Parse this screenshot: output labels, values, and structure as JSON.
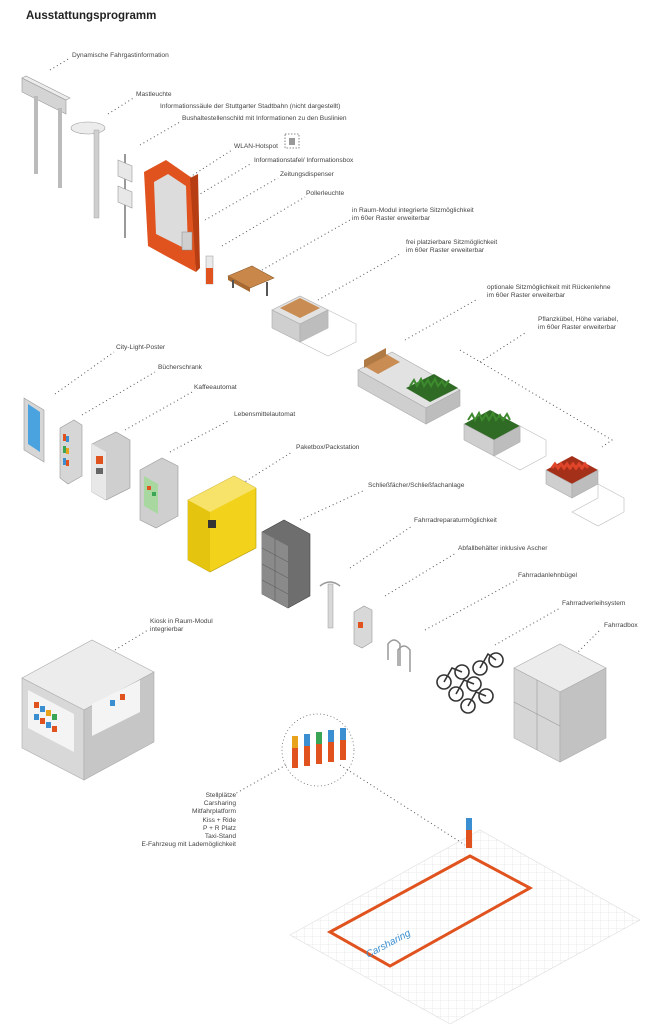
{
  "title": "Ausstattungsprogramm",
  "labels": {
    "fahrgastinfo": "Dynamische Fahrgastinformation",
    "mastleuchte": "Mastleuchte",
    "infosaeule": "Informationssäule der Stuttgarter Stadtbahn (nicht dargestellt)",
    "bushaltestelle": "Bushaltestellenschild mit Informationen zu den Buslinien",
    "wlan": "WLAN-Hotspot",
    "infotafel": "Informationstafel/ Informationsbox",
    "zeitung": "Zeitungsdispenser",
    "poller": "Pollerleuchte",
    "sitz_integriert_1": "in Raum-Modul integrierte Sitzmöglichkeit",
    "sitz_integriert_2": "im 60er Raster erweiterbar",
    "sitz_frei_1": "frei platzierbare Sitzmöglichkeit",
    "sitz_frei_2": "im 60er Raster erweiterbar",
    "sitz_lehne_1": "optionale Sitzmöglichkeit mit Rückenlehne",
    "sitz_lehne_2": "im 60er Raster erweiterbar",
    "pflanz_1": "Pflanzkübel, Höhe variabel,",
    "pflanz_2": "im 60er Raster erweiterbar",
    "citylight": "City-Light-Poster",
    "buecher": "Bücherschrank",
    "kaffee": "Kaffeeautomat",
    "lebensmittel": "Lebensmittelautomat",
    "paket": "Paketbox/Packstation",
    "schliess": "Schließfächer/Schließfachanlage",
    "fahrradrep": "Fahrradreparaturmöglichkeit",
    "abfall": "Abfallbehälter inklusive Ascher",
    "anlehn": "Fahrradanlehnbügel",
    "verleih": "Fahrradverleihsystem",
    "fahrradbox": "Fahrradbox",
    "kiosk_1": "Kiosk in Raum-Modul",
    "kiosk_2": "integrierbar"
  },
  "parking_list": [
    "Stellplätze",
    "Carsharing",
    "Mitfahrplatform",
    "Kiss + Ride",
    "P + R Platz",
    "Taxi-Stand",
    "E-Fahrzeug mit Lademöglichkeit"
  ],
  "parking_sign_label": "Carsharing",
  "colors": {
    "accent_orange": "#e0531e",
    "accent_blue": "#3b8fd0",
    "paket_yellow": "#f2d21b",
    "plant_green": "#3f7a2c",
    "flower_red": "#d0391e",
    "module_grey": "#c9c9c9"
  },
  "post_colors": [
    "#e8a21c",
    "#3b8fd0",
    "#3aa655",
    "#3b8fd0",
    "#3b8fd0"
  ]
}
